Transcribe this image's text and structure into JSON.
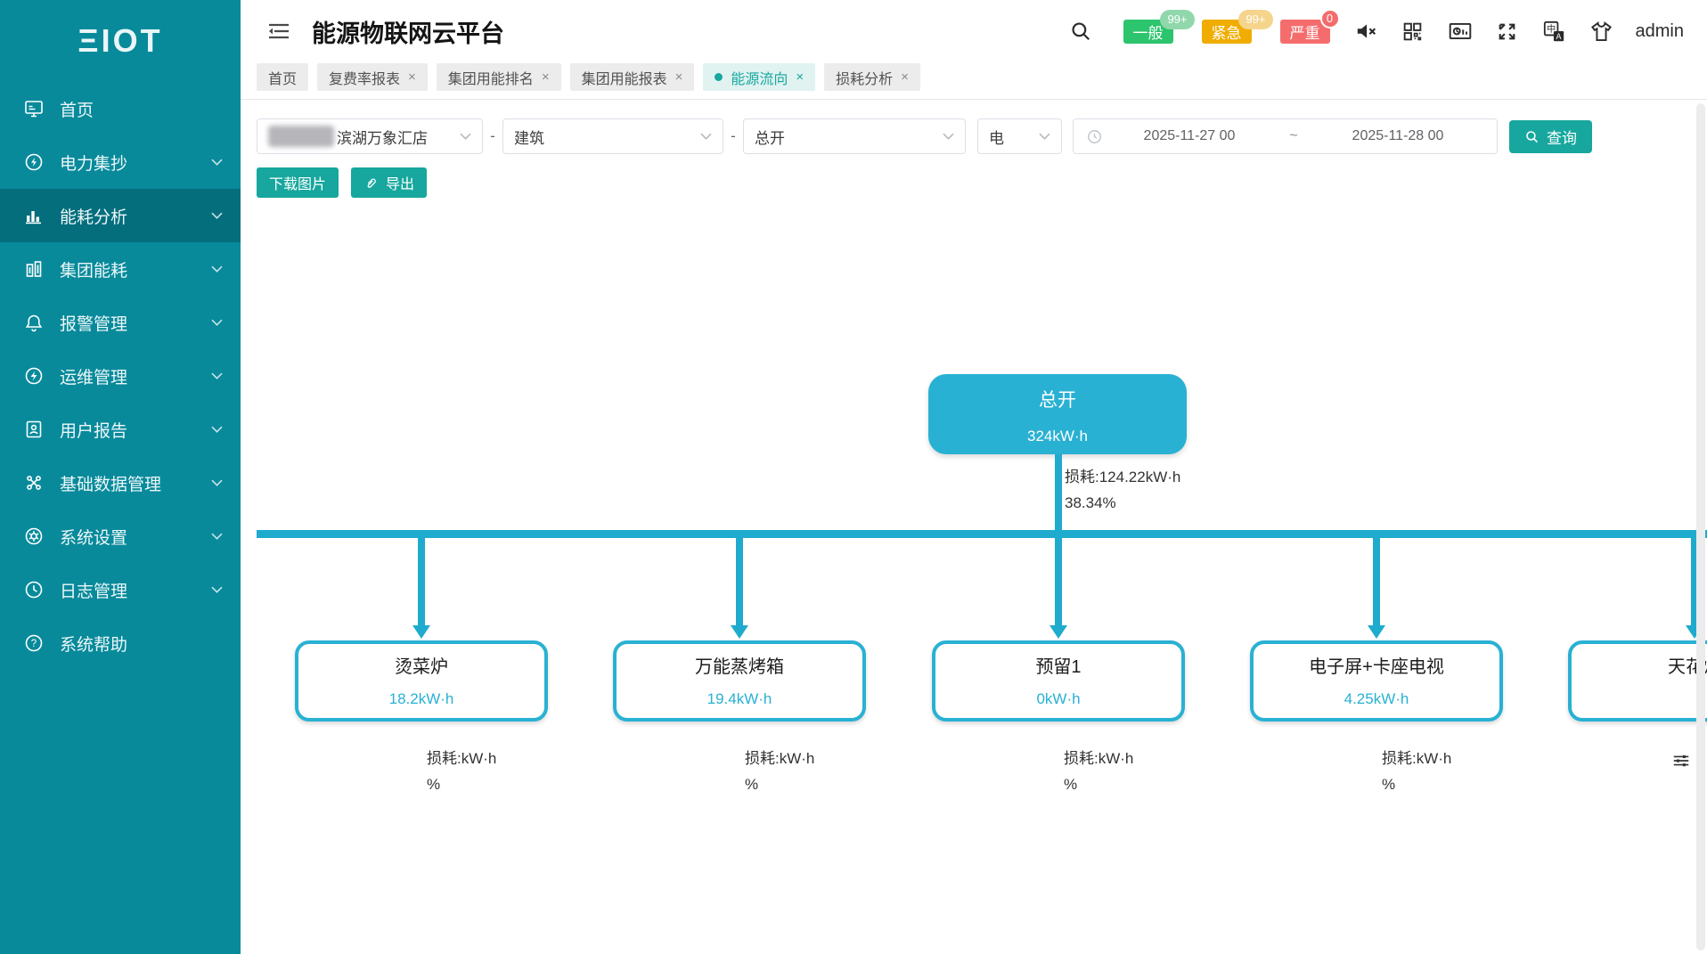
{
  "app": {
    "logo": "ΞIOT",
    "title": "能源物联网云平台",
    "user": "admin"
  },
  "sidebar": {
    "items": [
      {
        "label": "首页",
        "icon": "home-icon",
        "arrow": false,
        "active": false
      },
      {
        "label": "电力集抄",
        "icon": "power-meter-icon",
        "arrow": true,
        "active": false
      },
      {
        "label": "能耗分析",
        "icon": "energy-analysis-icon",
        "arrow": true,
        "active": true
      },
      {
        "label": "集团能耗",
        "icon": "group-energy-icon",
        "arrow": true,
        "active": false
      },
      {
        "label": "报警管理",
        "icon": "alarm-bell-icon",
        "arrow": true,
        "active": false
      },
      {
        "label": "运维管理",
        "icon": "ops-icon",
        "arrow": true,
        "active": false
      },
      {
        "label": "用户报告",
        "icon": "user-report-icon",
        "arrow": true,
        "active": false
      },
      {
        "label": "基础数据管理",
        "icon": "base-data-icon",
        "arrow": true,
        "active": false
      },
      {
        "label": "系统设置",
        "icon": "settings-gear-icon",
        "arrow": true,
        "active": false
      },
      {
        "label": "日志管理",
        "icon": "log-icon",
        "arrow": true,
        "active": false
      },
      {
        "label": "系统帮助",
        "icon": "help-icon",
        "arrow": false,
        "active": false
      }
    ]
  },
  "header": {
    "badges": [
      {
        "label": "一般",
        "count": "99+"
      },
      {
        "label": "紧急",
        "count": "99+"
      },
      {
        "label": "严重",
        "count": "0"
      }
    ]
  },
  "tabs": [
    {
      "label": "首页",
      "closable": false,
      "active": false
    },
    {
      "label": "复费率报表",
      "closable": true,
      "active": false
    },
    {
      "label": "集团用能排名",
      "closable": true,
      "active": false
    },
    {
      "label": "集团用能报表",
      "closable": true,
      "active": false
    },
    {
      "label": "能源流向",
      "closable": true,
      "active": true
    },
    {
      "label": "损耗分析",
      "closable": true,
      "active": false
    }
  ],
  "ui": {
    "close": "×",
    "dash": "-"
  },
  "filters": {
    "store": "滨湖万象汇店",
    "level": "建筑",
    "node": "总开",
    "energy": "电",
    "date_start": "2025-11-27 00",
    "date_tilde": "~",
    "date_end": "2025-11-28 00",
    "query": "查询"
  },
  "actions": {
    "download": "下载图片",
    "export": "导出"
  },
  "flow": {
    "root": {
      "name": "总开",
      "value": "324kW·h",
      "loss": "损耗:124.22kW·h",
      "loss_pct": "38.34%"
    },
    "children": [
      {
        "name": "烫菜炉",
        "value": "18.2kW·h",
        "loss": "损耗:kW·h",
        "loss_pct": "%"
      },
      {
        "name": "万能蒸烤箱",
        "value": "19.4kW·h",
        "loss": "损耗:kW·h",
        "loss_pct": "%"
      },
      {
        "name": "预留1",
        "value": "0kW·h",
        "loss": "损耗:kW·h",
        "loss_pct": "%"
      },
      {
        "name": "电子屏+卡座电视",
        "value": "4.25kW·h",
        "loss": "损耗:kW·h",
        "loss_pct": "%"
      },
      {
        "name": "天花灯",
        "value": "",
        "loss": "",
        "loss_pct": ""
      }
    ]
  },
  "colors": {
    "sidebar": "#088a9b",
    "sidebar_active": "#046e7d",
    "accent_teal": "#17a79e",
    "node_cyan": "#29b1d3",
    "flow_line": "#1fabcd",
    "badge_green": "#2cc56d",
    "badge_yellow": "#f0ad00",
    "badge_red": "#f56c6c"
  }
}
